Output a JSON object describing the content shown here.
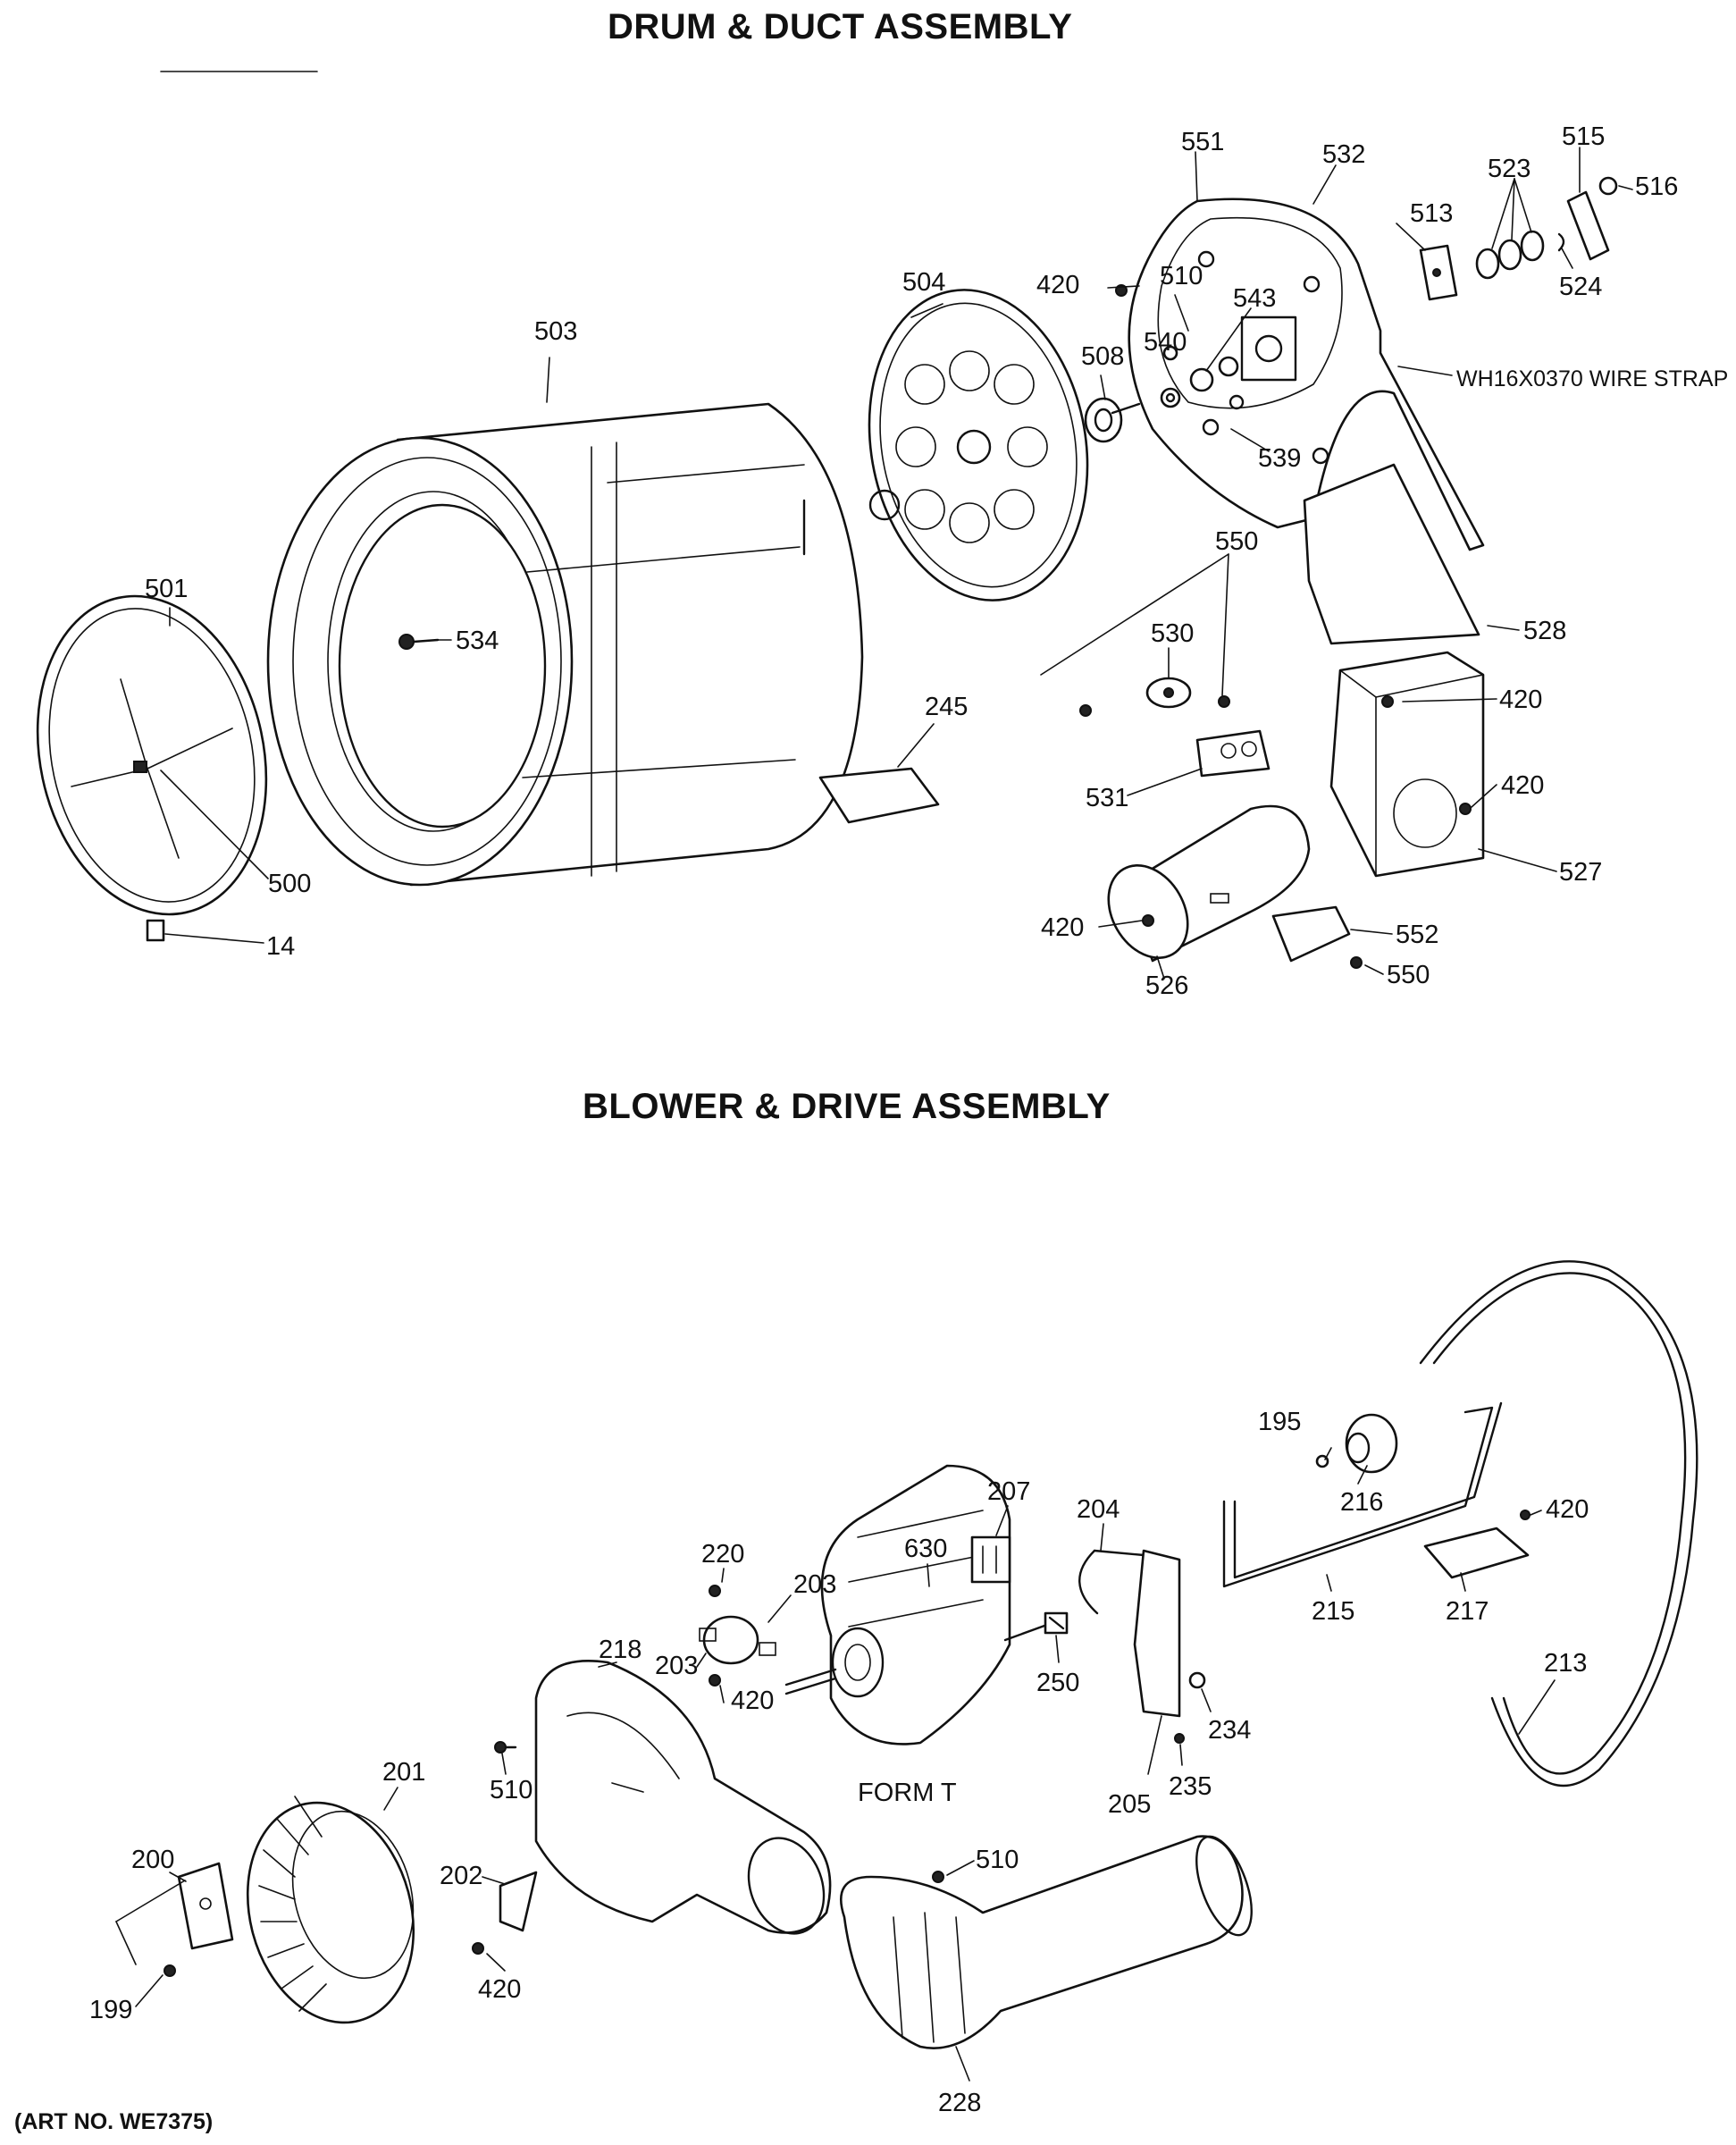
{
  "titles": {
    "drum_duct": "DRUM & DUCT ASSEMBLY",
    "blower_drive": "BLOWER & DRIVE ASSEMBLY",
    "art_no": "(ART NO. WE7375)"
  },
  "labels": {
    "p551": "551",
    "p532": "532",
    "p515": "515",
    "p523": "523",
    "p516": "516",
    "p513": "513",
    "p524": "524",
    "p420_a": "420",
    "p510_a": "510",
    "p543": "543",
    "p504": "504",
    "p508": "508",
    "p540": "540",
    "p503": "503",
    "wire_strap": "WH16X0370 WIRE STRAP",
    "p539": "539",
    "p550_a": "550",
    "p501": "501",
    "p534": "534",
    "p530": "530",
    "p528": "528",
    "p245": "245",
    "p420_b": "420",
    "p531": "531",
    "p420_c": "420",
    "p527": "527",
    "p500": "500",
    "p420_d": "420",
    "p552": "552",
    "p14": "14",
    "p550_b": "550",
    "p526": "526",
    "p195": "195",
    "p207": "207",
    "p204": "204",
    "p630": "630",
    "p216": "216",
    "p420_e": "420",
    "p220": "220",
    "p203_a": "203",
    "p215": "215",
    "p217": "217",
    "p218": "218",
    "p203_b": "203",
    "p250": "250",
    "p213": "213",
    "p420_f": "420",
    "p234": "234",
    "p201": "201",
    "p510_b": "510",
    "form_t": "FORM T",
    "p235": "235",
    "p205": "205",
    "p200": "200",
    "p202": "202",
    "p510_c": "510",
    "p420_g": "420",
    "p199": "199",
    "p228": "228"
  },
  "colors": {
    "ink": "#111111",
    "paper": "#ffffff"
  }
}
